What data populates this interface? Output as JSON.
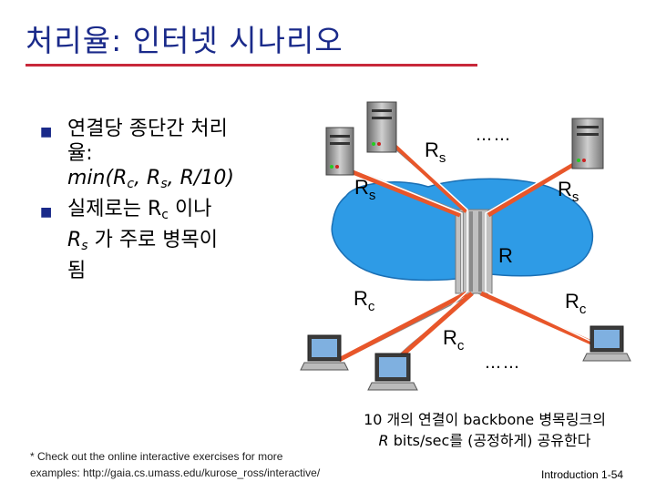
{
  "title": "처리율: 인터넷 시나리오",
  "bullets": {
    "b1_line1": "연결당 종단간 처리",
    "b1_line2": "율:",
    "b1_min": "min(R",
    "b1_c": "c",
    "b1_sep1": ", R",
    "b1_s": "s",
    "b1_rest": ", R/10)",
    "b2_line1_a": "실제로는 R",
    "b2_line1_c": "c",
    "b2_line1_b": " 이나",
    "b2_R": "R",
    "b2_s": "s",
    "b2_line2_b": " 가 주로 병목이",
    "b2_line3": "됨"
  },
  "labels": {
    "rs_top_R": "R",
    "rs_top_s": "s",
    "rs_left_R": "R",
    "rs_left_s": "s",
    "rs_right_R": "R",
    "rs_right_s": "s",
    "r_center": "R",
    "rc_left_R": "R",
    "rc_left_c": "c",
    "rc_right_R": "R",
    "rc_right_c": "c",
    "rc_mid_R": "R",
    "rc_mid_c": "c",
    "dots_top": "……",
    "dots_bottom": "……"
  },
  "caption": {
    "line1": "10 개의 연결이 backbone 병목링크의",
    "line2_R": "R",
    "line2_rest": " bits/sec를 (공정하게) 공유한다"
  },
  "note": {
    "line1": "* Check out the online interactive exercises for more",
    "line2_a": "examples: ",
    "line2_b": "http://gaia.cs.umass.edu/kurose_ross/interactive/"
  },
  "footer": "Introduction 1-54",
  "colors": {
    "title": "#1a2a8a",
    "rule": "#c8283a",
    "cloud": "#2e9be6",
    "link": "#e8562a"
  }
}
